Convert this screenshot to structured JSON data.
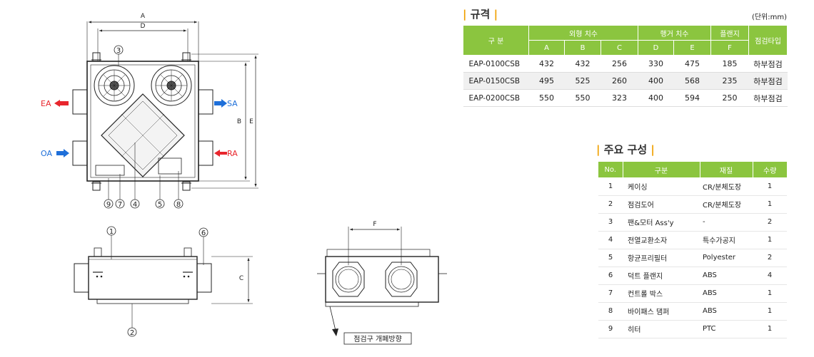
{
  "drawing": {
    "dims": {
      "A": "A",
      "D": "D",
      "B": "B",
      "E": "E",
      "C": "C",
      "F": "F"
    },
    "airflow": {
      "EA": "EA",
      "SA": "SA",
      "OA": "OA",
      "RA": "RA"
    },
    "callouts": {
      "c1": "1",
      "c2": "2",
      "c3": "3",
      "c4": "4",
      "c5": "5",
      "c6": "6",
      "c7": "7",
      "c8": "8",
      "c9": "9"
    },
    "inspection_label": "점검구 개폐방향",
    "colors": {
      "exhaust": "#e8262d",
      "supply": "#1e6fd9",
      "line": "#222222"
    }
  },
  "spec": {
    "title": "규격",
    "unit": "(단위:mm)",
    "header": {
      "category": "구 분",
      "outer": "외형 치수",
      "hanger": "행거 치수",
      "flange": "플랜지",
      "inspection": "점검타입",
      "sub": [
        "A",
        "B",
        "C",
        "D",
        "E",
        "F"
      ]
    },
    "rows": [
      [
        "EAP-0100CSB",
        "432",
        "432",
        "256",
        "330",
        "475",
        "185",
        "하부점검"
      ],
      [
        "EAP-0150CSB",
        "495",
        "525",
        "260",
        "400",
        "568",
        "235",
        "하부점검"
      ],
      [
        "EAP-0200CSB",
        "550",
        "550",
        "323",
        "400",
        "594",
        "250",
        "하부점검"
      ]
    ]
  },
  "components": {
    "title": "주요 구성",
    "headers": [
      "No.",
      "구분",
      "재질",
      "수량"
    ],
    "rows": [
      [
        "1",
        "케이싱",
        "CR/분체도장",
        "1"
      ],
      [
        "2",
        "점검도어",
        "CR/분체도장",
        "1"
      ],
      [
        "3",
        "팬&모터 Ass'y",
        "-",
        "2"
      ],
      [
        "4",
        "전열교환소자",
        "특수가공지",
        "1"
      ],
      [
        "5",
        "항균프리필터",
        "Polyester",
        "2"
      ],
      [
        "6",
        "덕트 플랜지",
        "ABS",
        "4"
      ],
      [
        "7",
        "컨트롤 박스",
        "ABS",
        "1"
      ],
      [
        "8",
        "바이패스 댐퍼",
        "ABS",
        "1"
      ],
      [
        "9",
        "히터",
        "PTC",
        "1"
      ]
    ]
  },
  "accent_colors": {
    "header_green": "#8bc53f",
    "title_bar": "#f0a000"
  }
}
